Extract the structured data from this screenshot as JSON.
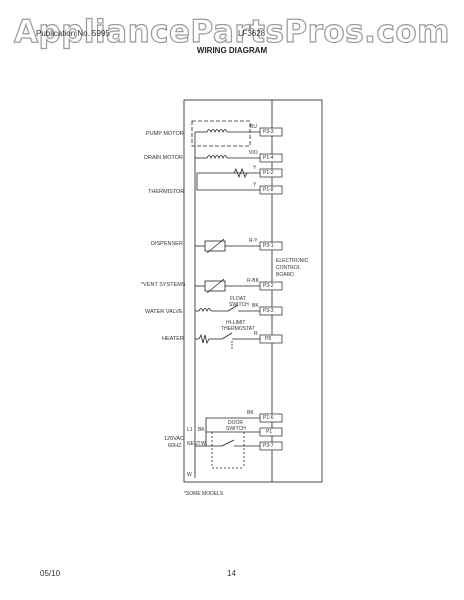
{
  "watermark": "AppliancePartsPros.com",
  "header": {
    "left": "Publication No. 5995",
    "right": "LF3628"
  },
  "title": "WIRING DIAGRAM",
  "components": {
    "pump_motor": "PUMP MOTOR",
    "drain_motor": "DRAIN MOTOR",
    "thermistor": "THERMISTOR",
    "dispenser": "DISPENSER",
    "vent_systems": "*VENT SYSTEMS",
    "water_valve": "WATER VALVE",
    "heater": "HEATER",
    "float_switch": [
      "FLOAT",
      "SWITCH"
    ],
    "hi_limit": [
      "HI-LIMIT",
      "THERMOSTAT"
    ],
    "door_switch": [
      "DOOR",
      "SWITCH"
    ],
    "control_board": [
      "ELECTRONIC",
      "CONTROL",
      "BOARD"
    ],
    "supply": [
      "120VAC",
      "60HZ"
    ],
    "l1": "L1",
    "neut": "NEUT"
  },
  "wire_colors": {
    "pump": "BU",
    "drain": "VIO",
    "therm_a": "Y",
    "therm_b": "Y",
    "dispenser": "R-Y",
    "vent": "R-BK",
    "valve": "BK",
    "heater": "R",
    "door": "BK",
    "l1": "BK",
    "neut": "W",
    "w": "W"
  },
  "connectors": [
    "P3-3",
    "P1-4",
    "P1-2",
    "P1-8",
    "P3-1",
    "P3-2",
    "P3-3",
    "P8",
    "P1-6",
    "P1",
    "P3-7"
  ],
  "footnote": "*SOME MODELS",
  "footer": {
    "date": "05/10",
    "page": "14"
  }
}
